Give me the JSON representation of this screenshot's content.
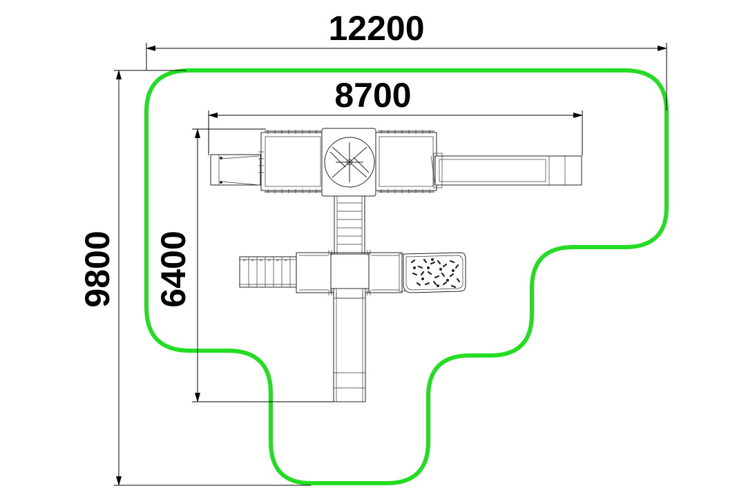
{
  "dimensions": {
    "overall_width": "12200",
    "structure_width": "8700",
    "overall_height": "9800",
    "structure_height": "6400"
  },
  "colors": {
    "safety_zone": "#22dd22",
    "lines": "#222222",
    "background": "#ffffff"
  }
}
